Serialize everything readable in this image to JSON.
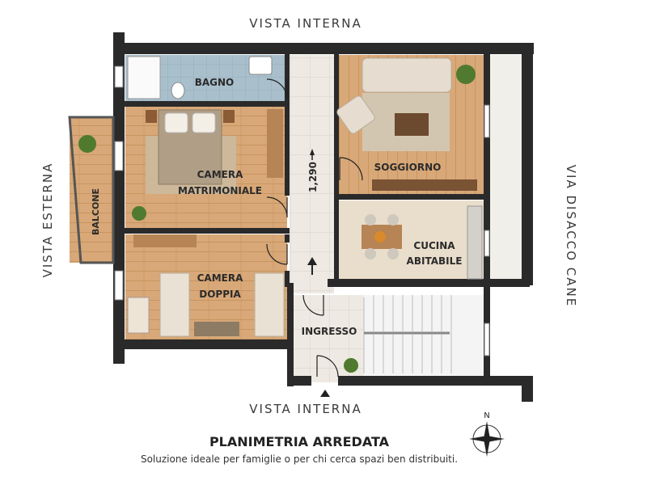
{
  "edges": {
    "top": "VISTA INTERNA",
    "bottom": "VISTA INTERNA",
    "left": "VISTA ESTERNA",
    "right": "VIA DISACCO CANE"
  },
  "rooms": {
    "bagno": "BAGNO",
    "camera_matrimoniale_1": "CAMERA",
    "camera_matrimoniale_2": "MATRIMONIALE",
    "camera_doppia_1": "CAMERA",
    "camera_doppia_2": "DOPPIA",
    "soggiorno": "SOGGIORNO",
    "cucina_1": "CUCINA",
    "cucina_2": "ABITABILE",
    "ingresso": "INGRESSO",
    "balcone": "BALCONE"
  },
  "dimension": "1,290",
  "compass": "N",
  "title": "PLANIMETRIA ARREDATA",
  "subtitle": "Soluzione ideale per famiglie o per chi cerca spazi ben distribuiti.",
  "colors": {
    "wall": "#2a2a2a",
    "wood": "#d8a878",
    "bathroom": "#a9bfcc",
    "corridor": "#ece8e0",
    "stairs": "#f2f2f2"
  }
}
